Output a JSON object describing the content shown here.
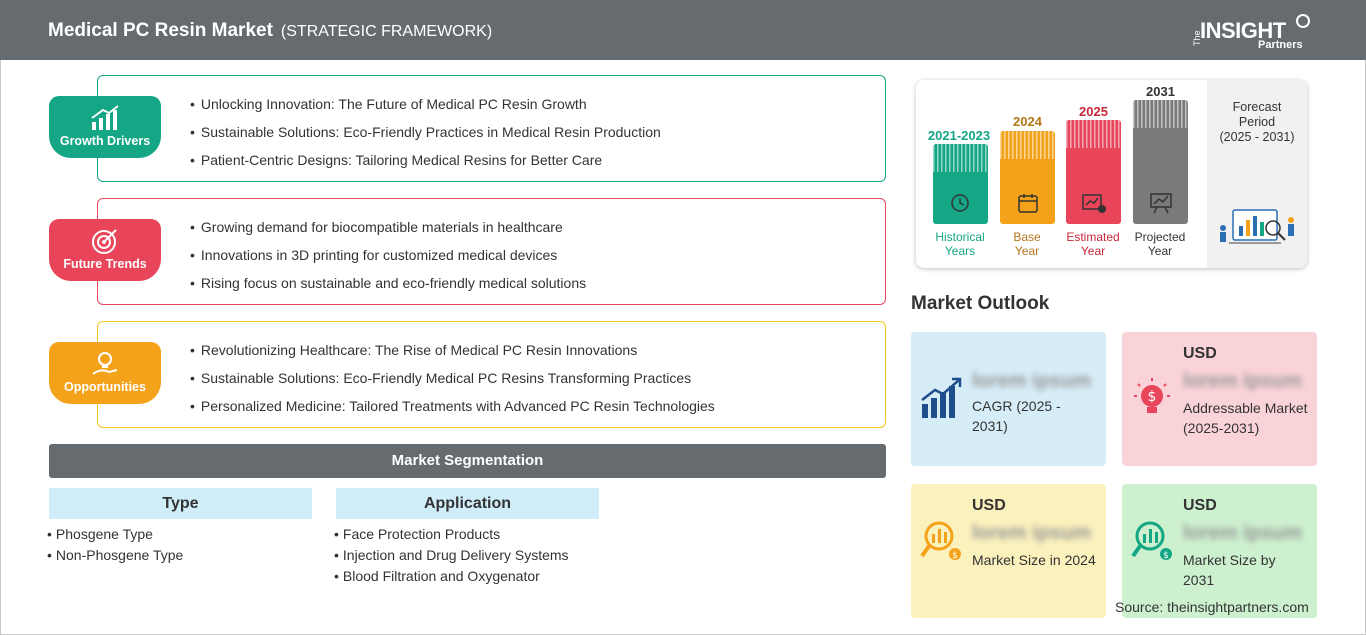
{
  "header": {
    "title": "Medical PC Resin Market",
    "subtitle": "(STRATEGIC FRAMEWORK)"
  },
  "logo": {
    "the": "The",
    "insight": "INSIGHT",
    "partners": "Partners"
  },
  "sections": [
    {
      "label": "Growth Drivers",
      "color": "#14a685",
      "icon": "growth-chart-icon",
      "items": [
        "Unlocking Innovation: The Future of Medical PC Resin Growth",
        "Sustainable Solutions: Eco-Friendly Practices in Medical Resin Production",
        "Patient-Centric Designs: Tailoring Medical Resins for Better Care"
      ]
    },
    {
      "label": "Future Trends",
      "color": "#e8455a",
      "icon": "target-icon",
      "items": [
        "Growing demand for biocompatible materials in healthcare",
        "Innovations in 3D printing for customized medical devices",
        "Rising focus on sustainable and eco-friendly medical solutions"
      ]
    },
    {
      "label": "Opportunities",
      "color": "#f5a21b",
      "icon": "lightbulb-hand-icon",
      "items": [
        "Revolutionizing Healthcare: The Rise of Medical PC Resin Innovations",
        "Sustainable Solutions: Eco-Friendly Medical PC Resins Transforming Practices",
        "Personalized Medicine: Tailored Treatments with Advanced PC Resin Technologies"
      ]
    }
  ],
  "segmentation": {
    "title": "Market Segmentation",
    "columns": [
      {
        "head": "Type",
        "items": [
          "Phosgene Type",
          "Non-Phosgene Type"
        ]
      },
      {
        "head": "Application",
        "items": [
          "Face Protection Products",
          "Injection and Drug Delivery Systems",
          "Blood Filtration and Oxygenator"
        ]
      }
    ]
  },
  "timeline": {
    "bars": [
      {
        "year": "2021-2023",
        "caption1": "Historical",
        "caption2": "Years",
        "color": "#14a685",
        "icon": "history-clock-icon"
      },
      {
        "year": "2024",
        "caption1": "Base",
        "caption2": "Year",
        "color": "#f5a21b",
        "icon": "calendar-icon"
      },
      {
        "year": "2025",
        "caption1": "Estimated",
        "caption2": "Year",
        "color": "#e8455a",
        "icon": "estimate-chart-icon"
      },
      {
        "year": "2031",
        "caption1": "Projected",
        "caption2": "Year",
        "color": "#7a7a7a",
        "icon": "projection-board-icon"
      }
    ],
    "forecast": {
      "line1": "Forecast",
      "line2": "Period",
      "line3": "(2025 - 2031)"
    }
  },
  "outlook": {
    "title": "Market Outlook",
    "cards": [
      {
        "usd": "",
        "value": "lorem ipsum",
        "desc": "CAGR (2025 - 2031)",
        "bg": "#d6ecf7",
        "icon": "bar-growth-icon"
      },
      {
        "usd": "USD",
        "value": "lorem ipsum",
        "desc": "Addressable Market (2025-2031)",
        "bg": "#f9d3d8",
        "icon": "dollar-bulb-icon"
      },
      {
        "usd": "USD",
        "value": "lorem ipsum",
        "desc": "Market Size in 2024",
        "bg": "#fbf1bd",
        "icon": "magnify-chart-icon"
      },
      {
        "usd": "USD",
        "value": "lorem ipsum",
        "desc": "Market Size by 2031",
        "bg": "#cdf0cf",
        "icon": "magnify-chart-icon"
      }
    ]
  },
  "source": "Source: theinsightpartners.com"
}
